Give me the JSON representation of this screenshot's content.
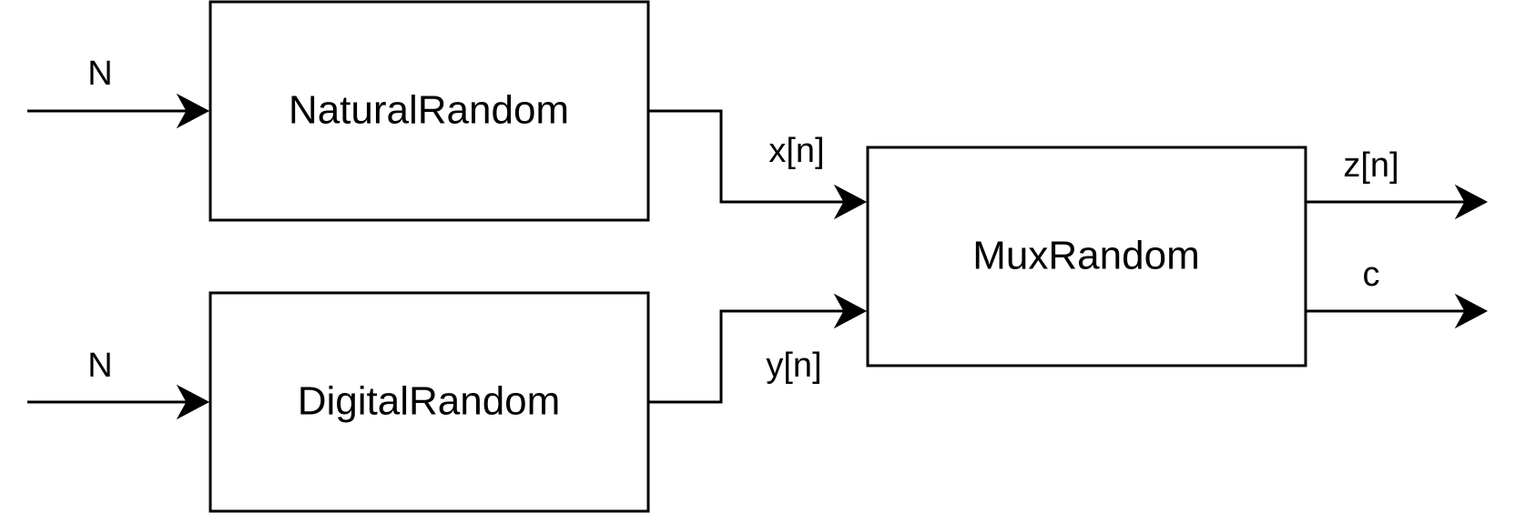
{
  "blocks": {
    "natural": "NaturalRandom",
    "digital": "DigitalRandom",
    "mux": "MuxRandom"
  },
  "signals": {
    "natural_input": "N",
    "digital_input": "N",
    "x": "x[n]",
    "y": "y[n]",
    "z": "z[n]",
    "c": "c"
  }
}
